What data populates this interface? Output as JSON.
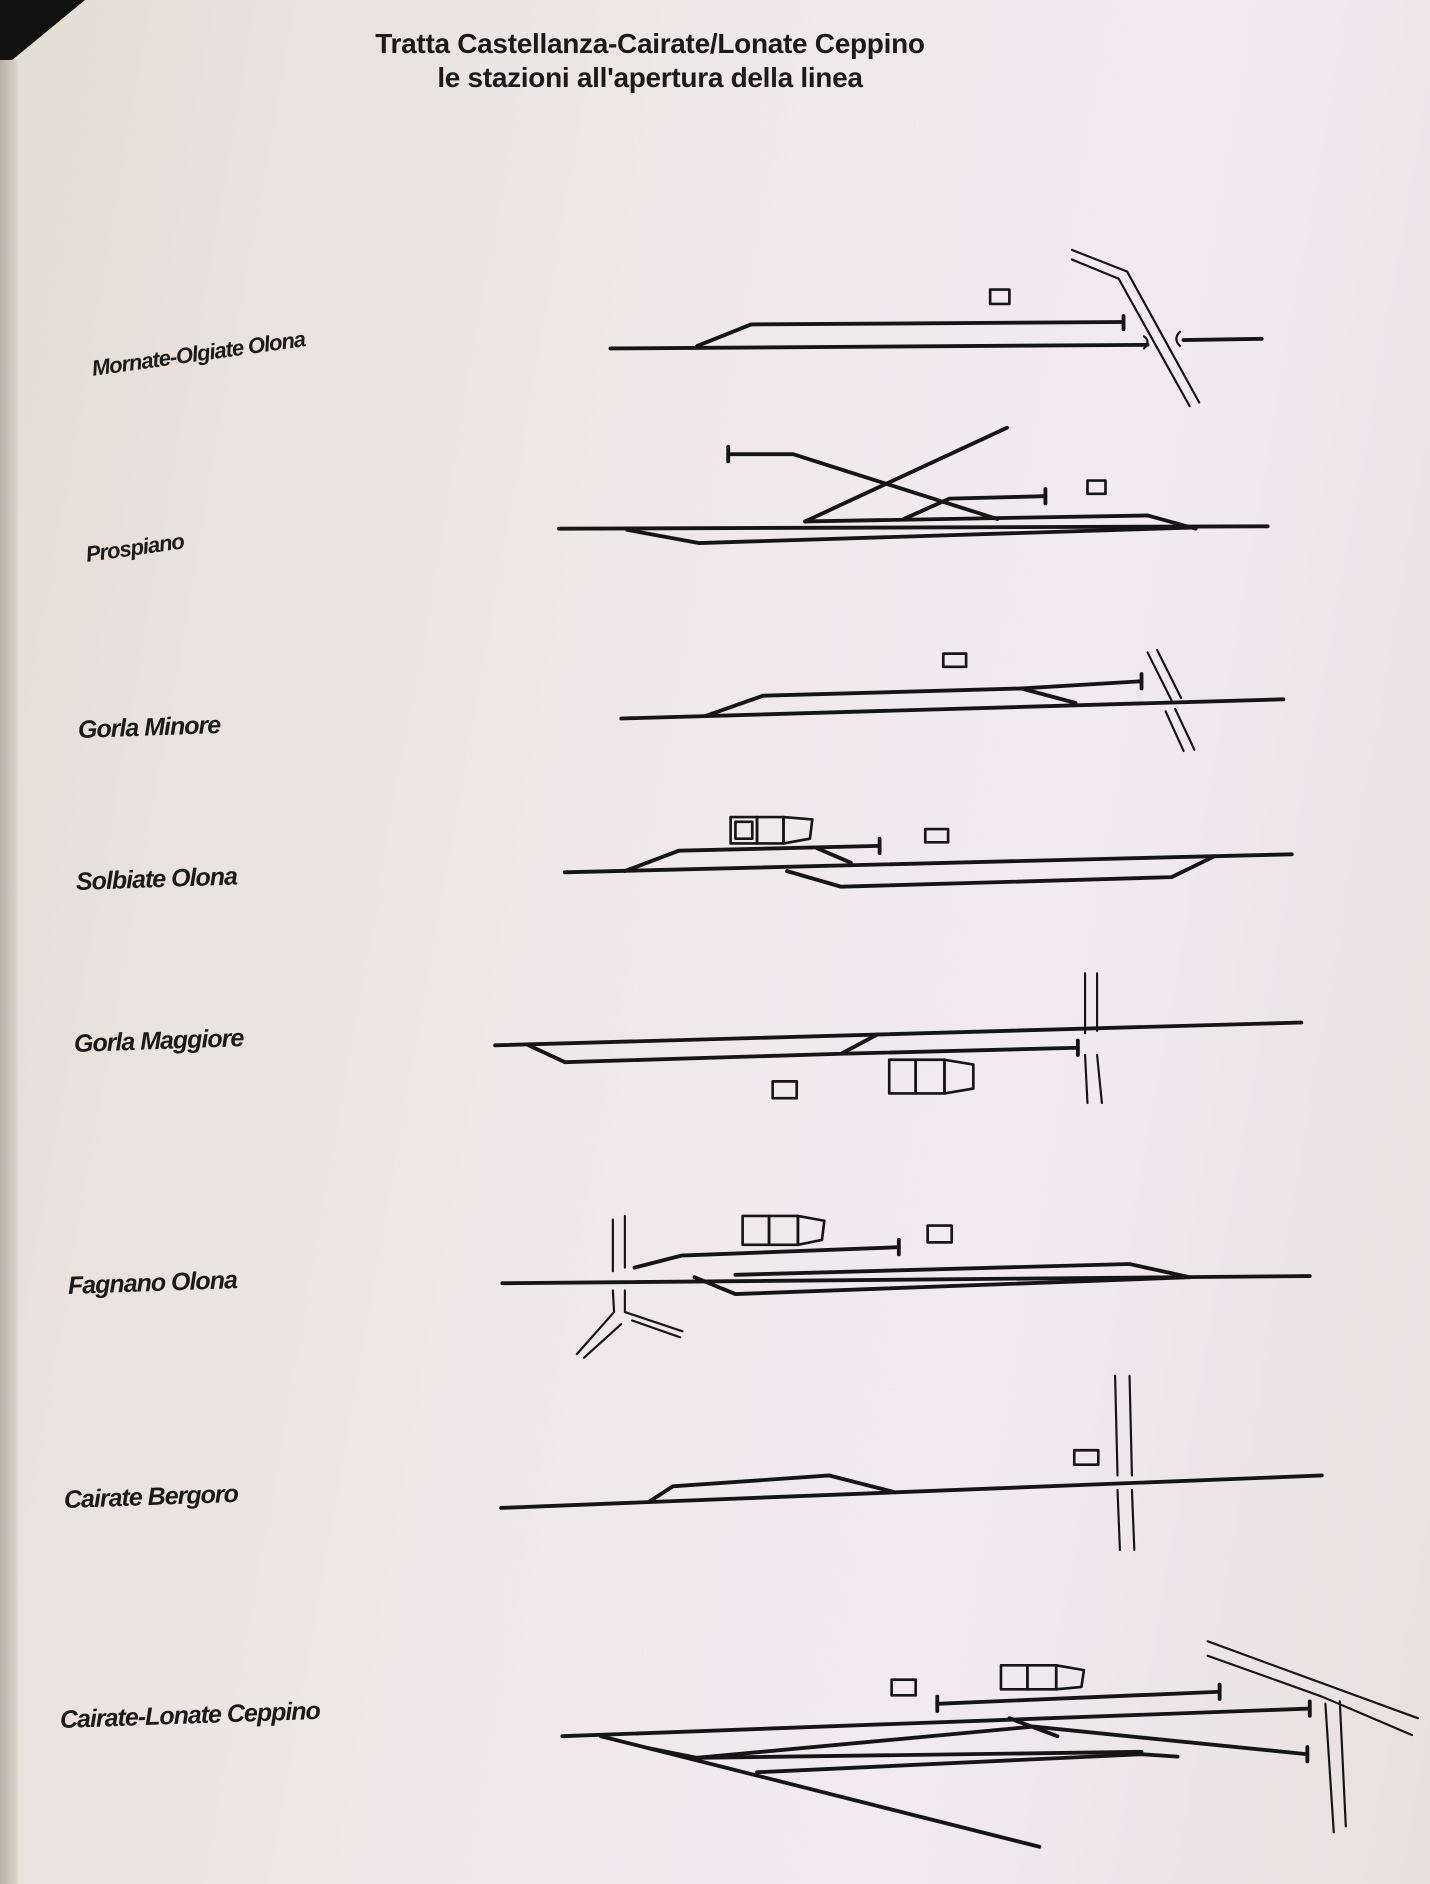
{
  "title": {
    "line1": "Tratta Castellanza-Cairate/Lonate Ceppino",
    "line2": "le stazioni all'apertura della linea"
  },
  "stations": [
    {
      "name": "Mornate-Olgiate Olona"
    },
    {
      "name": "Prospiano"
    },
    {
      "name": "Gorla Minore"
    },
    {
      "name": "Solbiate Olona"
    },
    {
      "name": "Gorla Maggiore"
    },
    {
      "name": "Fagnano Olona"
    },
    {
      "name": "Cairate Bergoro"
    },
    {
      "name": "Cairate-Lonate Ceppino"
    }
  ],
  "colors": {
    "ink": "#151515",
    "paper": "#efe8ea"
  }
}
